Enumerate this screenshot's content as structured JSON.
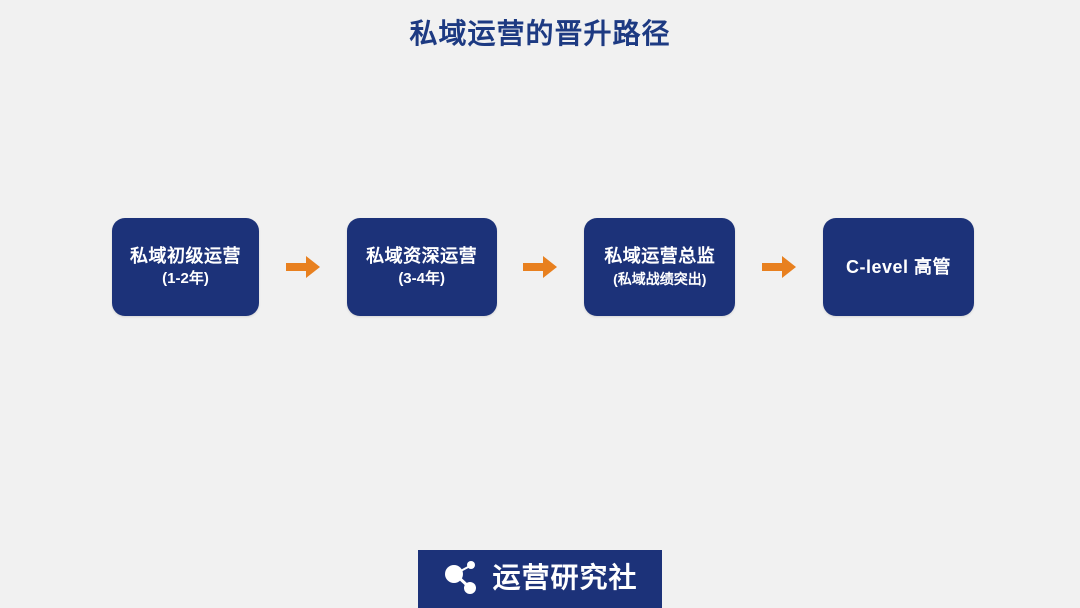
{
  "slide": {
    "title": "私域运营的晋升路径",
    "background_color": "#f1f1f1",
    "title_color": "#1d3a82"
  },
  "flow": {
    "box_color": "#1c3279",
    "arrow_color": "#e8801f",
    "arrow_icon": "arrow-right-icon",
    "steps": [
      {
        "main": "私域初级运营",
        "sub": "(1-2年)"
      },
      {
        "main": "私域资深运营",
        "sub": "(3-4年)"
      },
      {
        "main": "私域运营总监",
        "sub": "(私域战绩突出)"
      },
      {
        "main": "C-level 高管",
        "sub": ""
      }
    ]
  },
  "footer": {
    "brand": "运营研究社",
    "icon": "network-nodes-icon",
    "bar_color": "#1c3279",
    "text_color": "#ffffff"
  }
}
